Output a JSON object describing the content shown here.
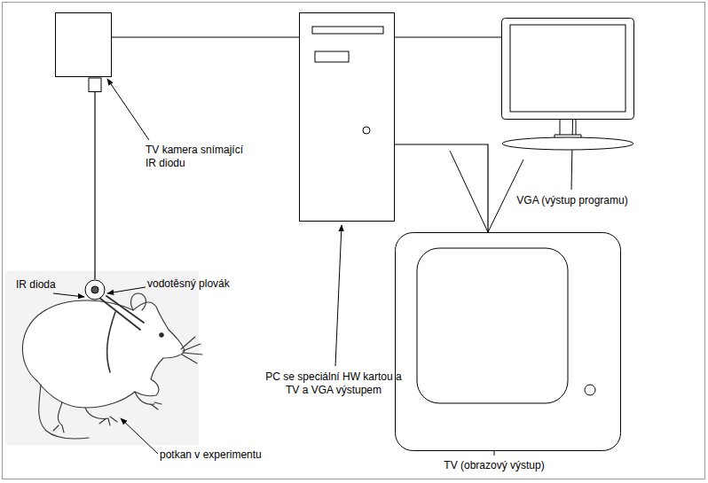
{
  "diagram": {
    "nodes": [
      {
        "text": [
          "TV kamera snímající IR diodu"
        ]
      },
      {
        "text": [
          "PC se speciální HW kartou a TV a VGA výstupem"
        ]
      },
      {
        "text": [
          "VGA (výstup programu)"
        ]
      },
      {
        "text": [
          "TV (obrazový výstup)"
        ]
      },
      {
        "text": [
          "IR dioda",
          "vodotěsný plovák"
        ]
      }
    ],
    "edges": [
      {
        "from": 0,
        "to": 1,
        "arrow": "none"
      },
      {
        "from": 1,
        "to": 2,
        "arrow": "none"
      },
      {
        "from": 1,
        "to": 3,
        "arrow": "none"
      },
      {
        "from": 0,
        "to": 4,
        "arrow": "none"
      }
    ],
    "labels": [
      "potkan v experimentu"
    ]
  }
}
